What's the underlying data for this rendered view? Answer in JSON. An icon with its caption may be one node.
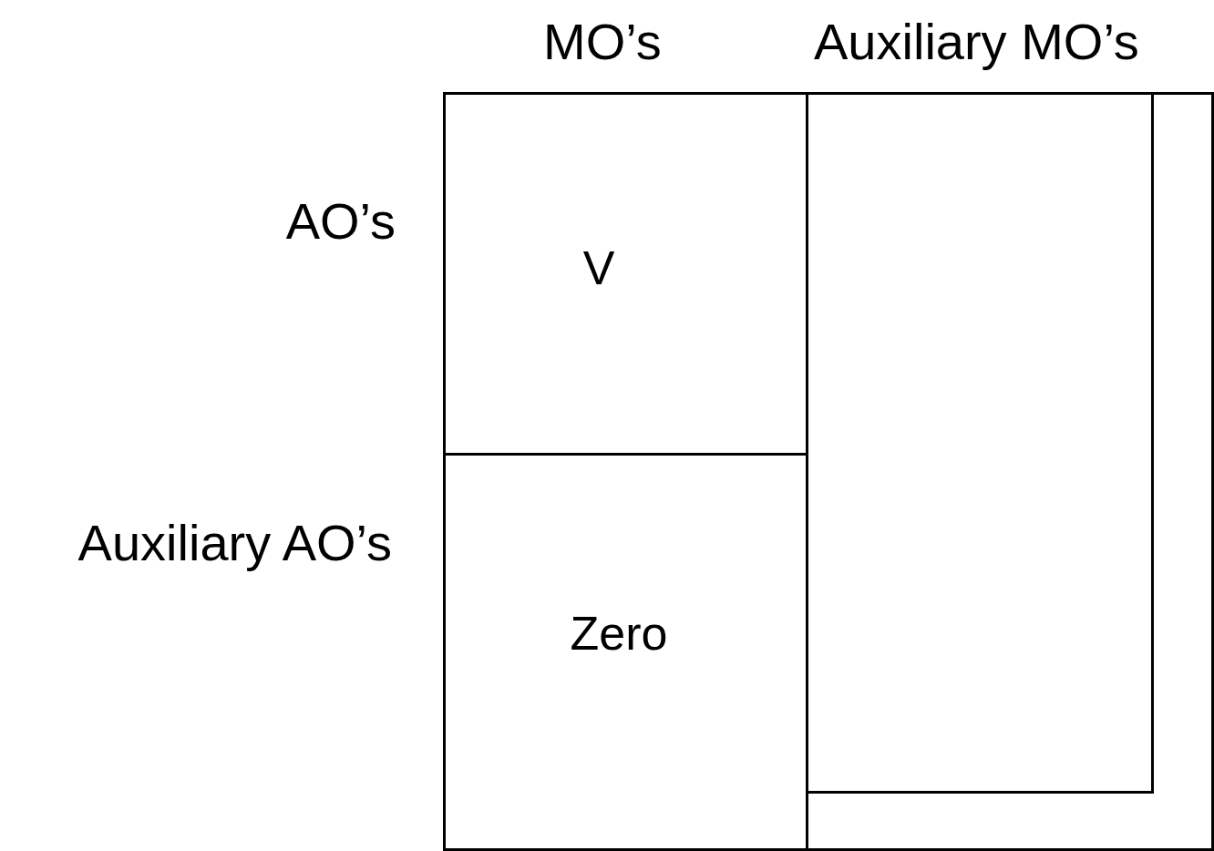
{
  "diagram": {
    "nodes": [
      {
        "text": [],
        "shape": "box"
      },
      {
        "text": [
          "V"
        ],
        "in": 0
      },
      {
        "text": [],
        "shape": "box",
        "in": 0
      },
      {
        "text": [
          "Zero"
        ],
        "in": 0
      }
    ],
    "labels": [
      "MO’s",
      "Auxiliary MO’s",
      "AO’s",
      "Auxiliary AO’s"
    ]
  }
}
